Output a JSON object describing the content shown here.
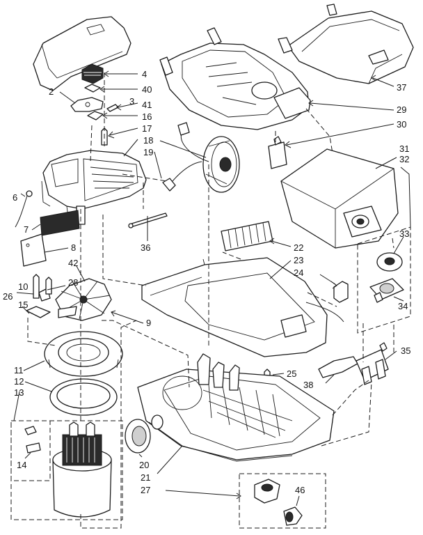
{
  "labels": {
    "l2": "2",
    "l3": "3",
    "l4": "4",
    "l40": "40",
    "l41": "41",
    "l16": "16",
    "l17": "17",
    "l18": "18",
    "l19": "19",
    "l6": "6",
    "l7": "7",
    "l8": "8",
    "l42": "42",
    "l28": "28",
    "l10": "10",
    "l26": "26",
    "l15": "15",
    "l9": "9",
    "l11": "11",
    "l12": "12",
    "l13": "13",
    "l14": "14",
    "l36": "36",
    "l37": "37",
    "l29": "29",
    "l30": "30",
    "l31": "31",
    "l32": "32",
    "l33": "33",
    "l34": "34",
    "l22": "22",
    "l23": "23",
    "l24": "24",
    "l25": "25",
    "l35": "35",
    "l38": "38",
    "l20": "20",
    "l21": "21",
    "l27": "27",
    "l46": "46"
  },
  "colors": {
    "ink": "#1a1a1a",
    "paper": "#ffffff",
    "shade": "#cfcfcf"
  }
}
